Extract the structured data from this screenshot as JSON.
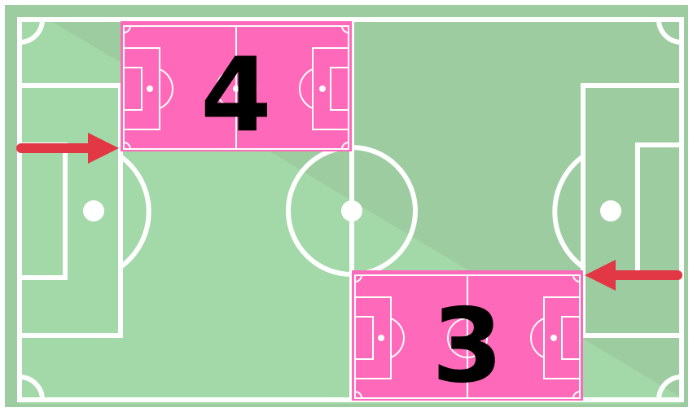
{
  "colors": {
    "pitch_dark": "#9dcca1",
    "pitch_light": "#a3d8a8",
    "line": "#ffffff",
    "small_pitch": "#ff69b9",
    "arrow": "#e23744",
    "number": "#000000"
  },
  "zones": [
    {
      "label": "4",
      "position": "top-left-middle"
    },
    {
      "label": "3",
      "position": "bottom-right-middle"
    }
  ],
  "arrows": [
    {
      "direction": "right",
      "target": "zone-4"
    },
    {
      "direction": "left",
      "target": "zone-3"
    }
  ]
}
